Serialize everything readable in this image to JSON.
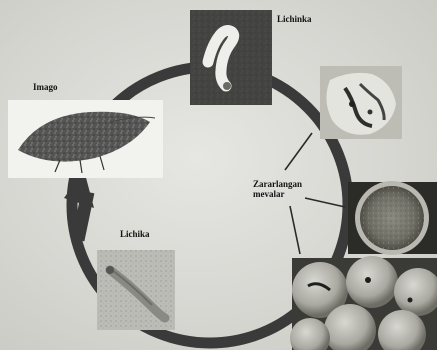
{
  "labels": {
    "imago": "Imago",
    "larva_top": "Lichinka",
    "larva_left": "Lichika",
    "damaged_fruit_line1": "Zararlangan",
    "damaged_fruit_line2": "mevalar"
  },
  "colors": {
    "cycle_ring": "#3a3a3a",
    "arrow": "#3a3a3a",
    "text": "#111111"
  },
  "photos": [
    {
      "name": "adult-moth-photo",
      "subject": "adult moth (imago)"
    },
    {
      "name": "top-larva-photo",
      "subject": "white larva on dark background"
    },
    {
      "name": "damaged-fruit-interior-photo",
      "subject": "larva inside damaged fruit"
    },
    {
      "name": "damaged-fruit-round-photo",
      "subject": "cut round fruit"
    },
    {
      "name": "damaged-fruits-pile-photo",
      "subject": "pile of damaged fruits"
    },
    {
      "name": "small-larva-photo",
      "subject": "small larva on light background"
    }
  ]
}
